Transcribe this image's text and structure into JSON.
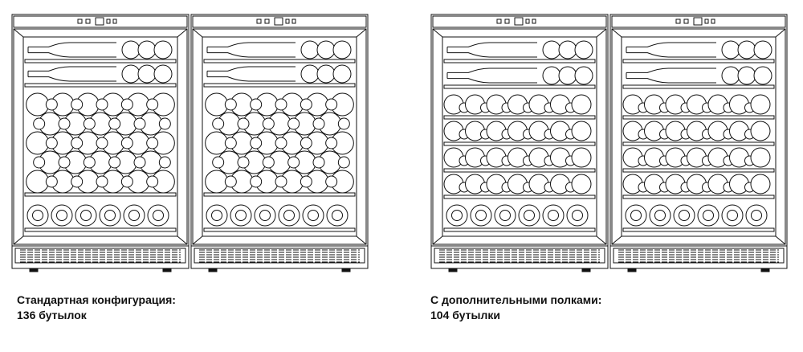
{
  "configurations": [
    {
      "id": "standard",
      "line1": "Стандартная конфигурация:",
      "line2": "136 бутылок",
      "layout": "standard"
    },
    {
      "id": "extra-shelves",
      "line1": "С дополнительными полками:",
      "line2": "104 бутылки",
      "layout": "extra-shelves"
    }
  ],
  "colors": {
    "line": "#111111",
    "background": "#ffffff"
  }
}
